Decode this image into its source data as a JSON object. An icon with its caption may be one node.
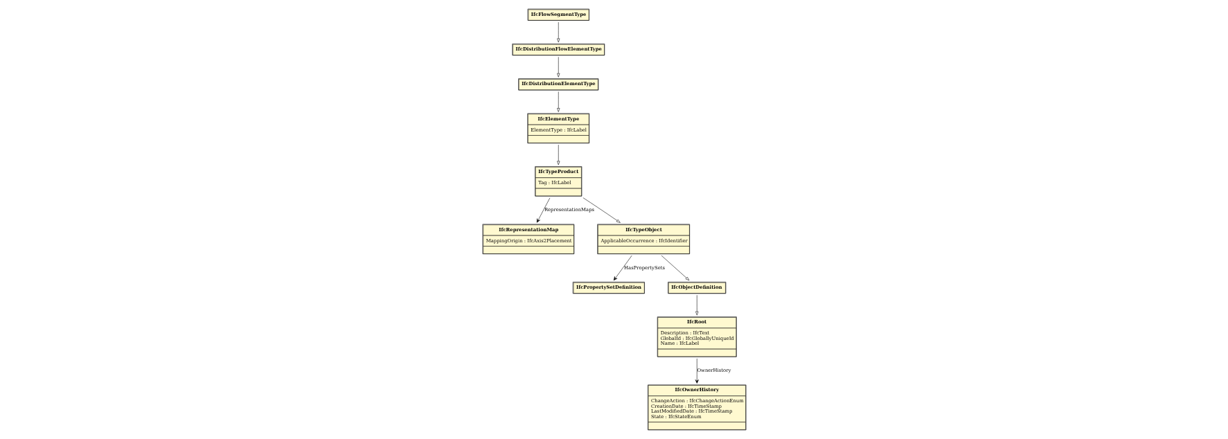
{
  "diagram": {
    "nodes": [
      {
        "text": [
          "IfcFlowSegmentType"
        ]
      },
      {
        "text": [
          "IfcDistributionFlowElementType"
        ]
      },
      {
        "text": [
          "IfcElementType",
          "ElementType : IfcLabel"
        ]
      },
      {
        "text": [
          "IfcDistributionElementType"
        ]
      },
      {
        "text": [
          "IfcTypeProduct",
          "Tag : IfcLabel"
        ]
      },
      {
        "text": [
          "IfcPropertySetDefinition"
        ]
      },
      {
        "text": [
          "IfcObjectDefinition"
        ]
      },
      {
        "text": [
          "IfcRepresentationMap",
          "MappingOrigin : IfcAxis2Placement"
        ]
      },
      {
        "text": [
          "IfcTypeObject",
          "ApplicableOccurrence : IfcIdentifier"
        ]
      },
      {
        "text": [
          "IfcRoot",
          "Description : IfcText",
          "GlobalId : IfcGloballyUniqueId",
          "Name : IfcLabel"
        ]
      },
      {
        "text": [
          "IfcOwnerHistory",
          "ChangeAction : IfcChangeActionEnum",
          "CreationDate : IfcTimeStamp",
          "LastModifiedDate : IfcTimeStamp",
          "State : IfcStateEnum"
        ]
      }
    ],
    "edges": [
      {
        "from": 0,
        "to": 1,
        "arrow": "to"
      },
      {
        "from": 1,
        "to": 3,
        "arrow": "to"
      },
      {
        "from": 3,
        "to": 2,
        "arrow": "to"
      },
      {
        "from": 2,
        "to": 4,
        "arrow": "to"
      },
      {
        "from": 4,
        "to": 7,
        "arrow": "to",
        "label": "RepresentationMaps"
      },
      {
        "from": 4,
        "to": 8,
        "arrow": "to"
      },
      {
        "from": 8,
        "to": 5,
        "arrow": "to",
        "label": "HasPropertySets"
      },
      {
        "from": 8,
        "to": 6,
        "arrow": "to"
      },
      {
        "from": 6,
        "to": 9,
        "arrow": "to"
      },
      {
        "from": 9,
        "to": 10,
        "arrow": "to",
        "label": "OwnerHistory"
      }
    ]
  }
}
